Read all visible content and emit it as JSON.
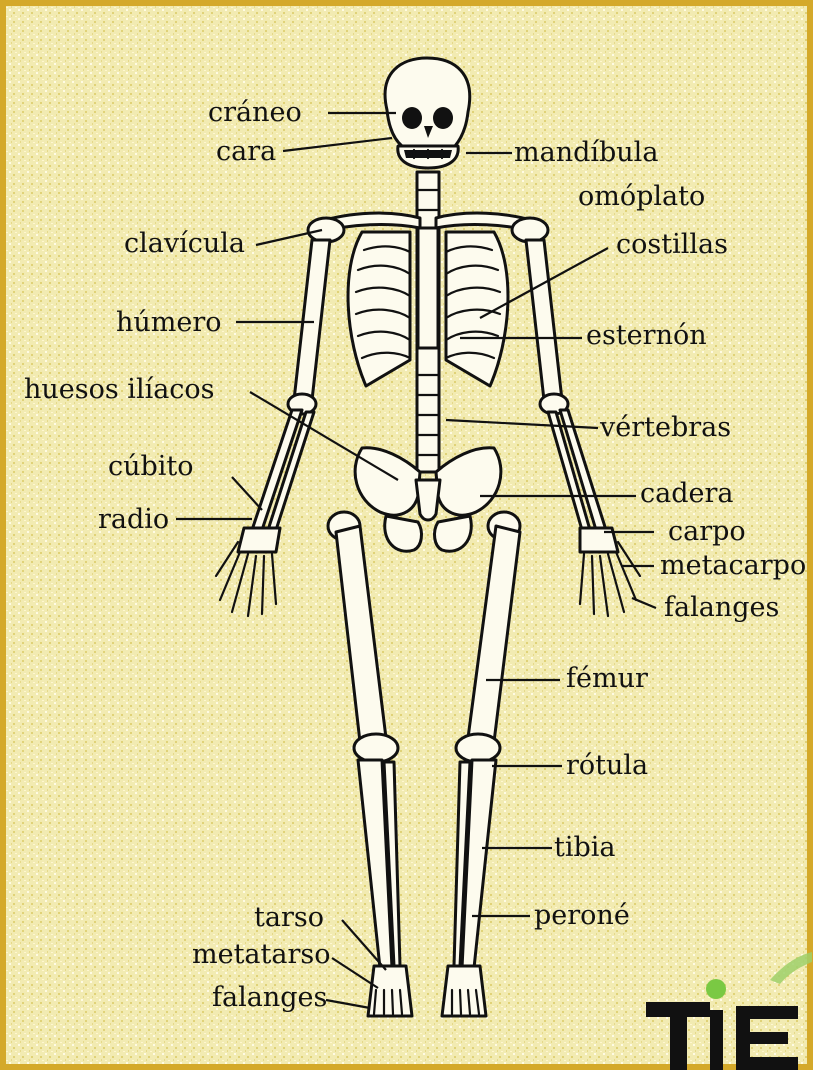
{
  "labels": {
    "craneo": "cráneo",
    "cara": "cara",
    "mandibula": "mandíbula",
    "omoplato": "omóplato",
    "clavicula": "clavícula",
    "costillas": "costillas",
    "humero": "húmero",
    "esternon": "esternón",
    "huesos_iliacos": "huesos ilíacos",
    "vertebras": "vértebras",
    "cubito": "cúbito",
    "cadera": "cadera",
    "radio": "radio",
    "carpo": "carpo",
    "metacarpo": "metacarpo",
    "falanges_mano": "falanges",
    "femur": "fémur",
    "rotula": "rótula",
    "tibia": "tibia",
    "perone": "peroné",
    "tarso": "tarso",
    "metatarso": "metatarso",
    "falanges_pie": "falanges"
  },
  "logo": {
    "text": "TIE",
    "colors": {
      "letters": "#111111",
      "dot": "#7ac943"
    }
  },
  "colors": {
    "border": "#d4a92a",
    "paper": "#f0e8a8",
    "bone": "#fdfbee",
    "ink": "#111111"
  }
}
